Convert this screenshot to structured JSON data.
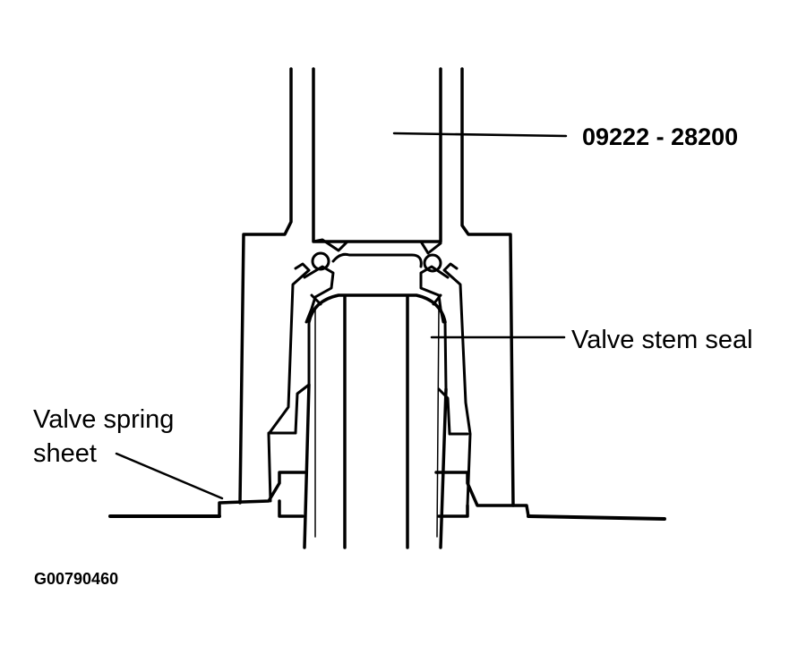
{
  "labels": {
    "tool_part_number": "09222 - 28200",
    "valve_stem_seal": "Valve stem seal",
    "valve_spring_sheet_line1": "Valve spring",
    "valve_spring_sheet_line2": "sheet"
  },
  "figure_code": "G00790460",
  "colors": {
    "line": "#000000",
    "background": "#ffffff"
  }
}
